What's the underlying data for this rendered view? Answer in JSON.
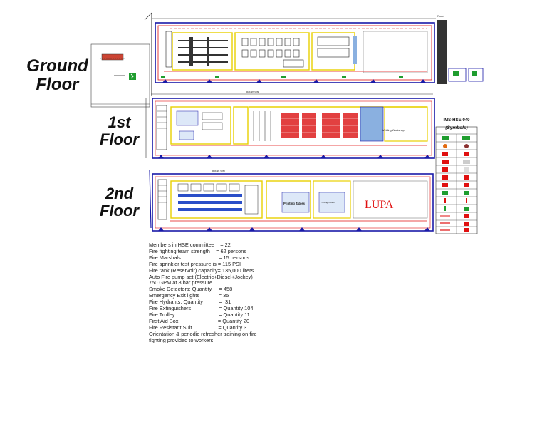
{
  "floors": {
    "ground": {
      "line1": "Ground",
      "line2": "Floor"
    },
    "first": {
      "line1": "1st",
      "line2": "Floor"
    },
    "second": {
      "line1": "2nd",
      "line2": "Floor"
    }
  },
  "plan_labels": {
    "road": "Road",
    "boundary_wall_1": "Boram Wall",
    "boundary_wall_2": "Boram Wall",
    "welding_workshop": "Welding Workshop",
    "printing_tables": "Printing Tables",
    "printing_tables_2": "Printing Tables",
    "brand": "LUPA"
  },
  "legend": {
    "doc_code": "IMS-HSE-040",
    "title": "(Symbols)"
  },
  "notes": [
    "Members in HSE committee    = 22",
    "Fire fighting team strength    = 62 persons",
    "Fire Marshals                          = 15 persons",
    "Fire sprinkler test pressure is = 115 PSI",
    "Fire tank (Reservoir) capacity= 135,000 liters",
    "Auto Fire pump set (Electric+Diesel+Jockey)",
    "750 GPM at 8 bar pressure.",
    "Smoke Detectors: Quantity     = 458",
    "Emergency Exit lights             = 35",
    "Fire Hydrants: Quantity           =  31",
    "Fire Extinguishers                   = Quantity 104",
    "Fire Trolley                              = Quantity 11",
    "First Aid Box                           = Quantity 20",
    "Fire Resistant Suit                  = Quantity 3",
    "Orientation & periodic refresher training on fire",
    "fighting provided to workers"
  ],
  "colors": {
    "wall": "#1a1aa8",
    "route": "#e01010",
    "zone": "#e8d000",
    "green": "#1f9d2f",
    "ink": "#222222"
  }
}
